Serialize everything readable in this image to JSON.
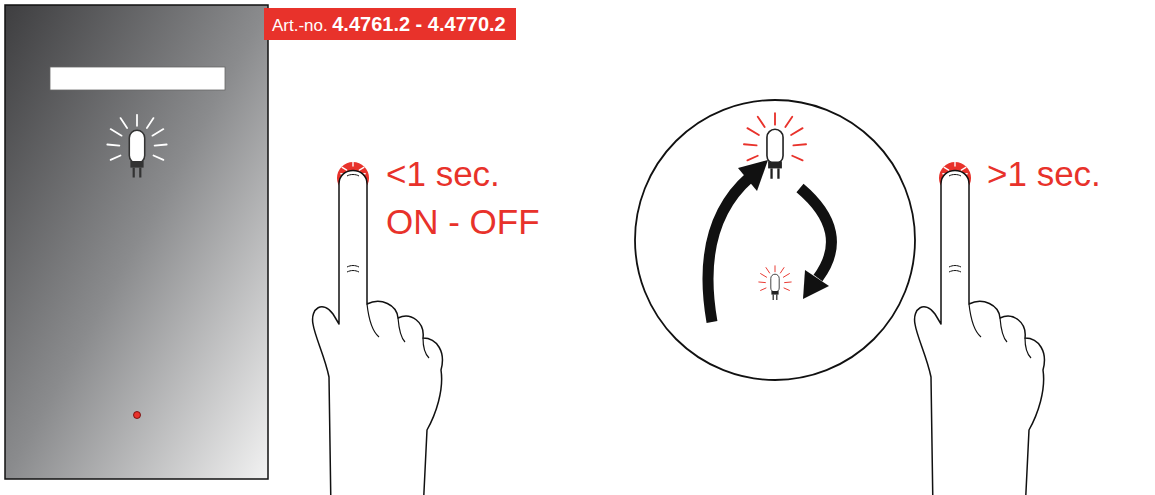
{
  "diagram": {
    "nodes": [
      {
        "text": [
          "Art.-no.",
          "4.4761.2 - 4.4770.2"
        ]
      }
    ],
    "labels": [
      "<1 sec.",
      "ON - OFF",
      ">1 sec."
    ]
  }
}
